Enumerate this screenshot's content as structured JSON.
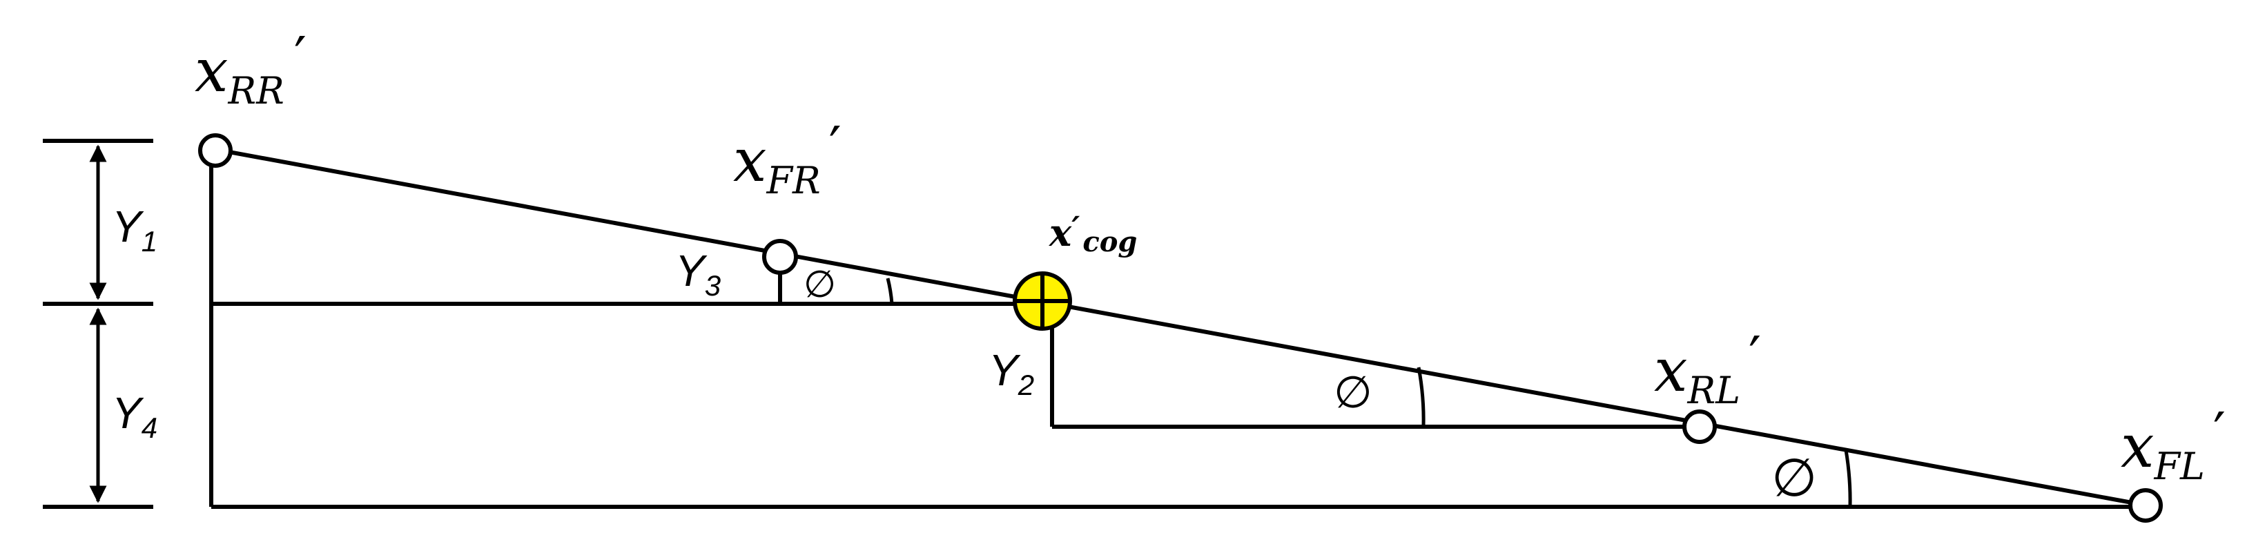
{
  "labels": {
    "x_rr": {
      "base": "x",
      "sub": "RR",
      "prime": "′"
    },
    "x_fr": {
      "base": "x",
      "sub": "FR",
      "prime": "′"
    },
    "x_rl": {
      "base": "x",
      "sub": "RL",
      "prime": "′"
    },
    "x_fl": {
      "base": "x",
      "sub": "FL",
      "prime": "′"
    },
    "x_cog": {
      "base": "x",
      "prime": "′",
      "sub": "cog"
    }
  },
  "dimensions": {
    "y1": {
      "base": "Y",
      "sub": "1"
    },
    "y2": {
      "base": "Y",
      "sub": "2"
    },
    "y3": {
      "base": "Y",
      "sub": "3"
    },
    "y4": {
      "base": "Y",
      "sub": "4"
    }
  },
  "angle_symbol": "∅",
  "colors": {
    "cog_fill": "#FFF200",
    "line": "#000000",
    "node_fill": "#FFFFFF"
  }
}
